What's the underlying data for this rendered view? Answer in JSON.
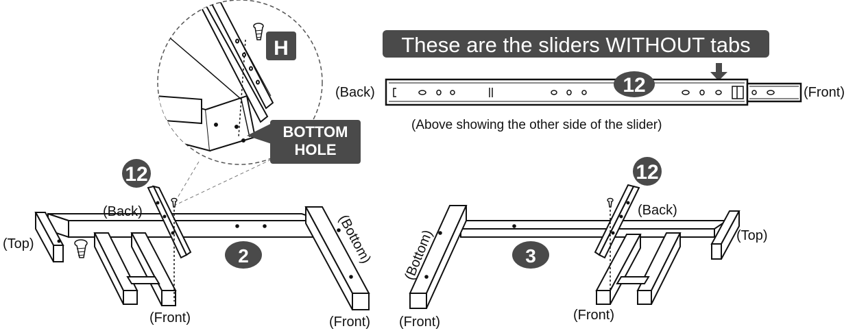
{
  "banner": {
    "text": "These are the sliders WITHOUT tabs"
  },
  "caption": {
    "text": "(Above showing the other side of the slider)"
  },
  "labels": {
    "back": "(Back)",
    "front": "(Front)",
    "top": "(Top)",
    "bottom": "(Bottom)"
  },
  "callouts": {
    "screw_letter": "H",
    "bottom_hole_line1": "BOTTOM",
    "bottom_hole_line2": "HOLE"
  },
  "part_numbers": {
    "slider": "12",
    "left_frame": "2",
    "right_frame": "3"
  },
  "colors": {
    "badge": "#4a4a4a",
    "ink": "#111111",
    "paper": "#ffffff"
  }
}
